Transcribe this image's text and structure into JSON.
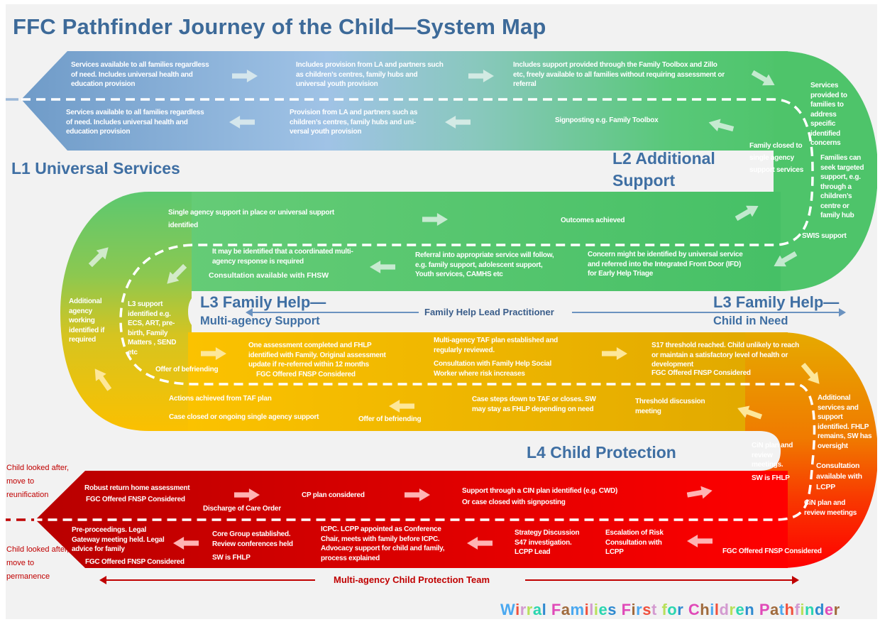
{
  "title": "FFC Pathfinder Journey of the Child—System Map",
  "colors": {
    "heading": "#3f6fa3",
    "l1_blue": "#6f9bc8",
    "l2_green": "#4ec46a",
    "l3_yellow": "#f9c000",
    "l4_red": "#e00000",
    "side_label_red": "#c00000"
  },
  "levels": {
    "l1": "L1 Universal Services",
    "l2_line1": "L2 Additional",
    "l2_line2": "Support",
    "l3_multi_line1": "L3 Family Help—",
    "l3_multi_line2": "Multi-agency Support",
    "l3_cin_line1": "L3 Family Help—",
    "l3_cin_line2": "Child in Need",
    "l4": "L4 Child Protection"
  },
  "lead_practitioner": "Family Help Lead Practitioner",
  "cp_team": "Multi-agency Child Protection Team",
  "side_labels": {
    "reunification": "Child looked after, move to reunification",
    "permanence": "Child looked after, move to permanence"
  },
  "l1_top": [
    "Services available to all families regardless of need. Includes  universal health and education provision",
    "Includes provision from LA and partners such as children’s centres, family hubs and universal youth provision",
    "Includes support provided through the Family Toolbox and Zillo etc, freely available to all families without requiring assessment or referral"
  ],
  "l1_bottom": [
    "Services available to all families regardless of need. Includes  universal health and education provision",
    "Provision from LA and partners such as children’s centres, family hubs and uni-versal youth provision",
    "Signposting e.g. Family Toolbox"
  ],
  "l2_right": {
    "services_provided": "Services provided to families to address specific identified concerns",
    "family_closed": "Family closed to single agency support services",
    "families_seek": "Families can seek targeted support, e.g. through a children’s centre or family hub",
    "swis": "SWIS support"
  },
  "l2_band": {
    "single_agency": "Single agency support in place or universal support identified",
    "outcomes": "Outcomes achieved",
    "coordinated": "It may be identified that a coordinated multi-agency response is required",
    "consultation_fhsw": "Consultation available with FHSW",
    "referral": "Referral into appropriate service will follow, e.g. family support, adolescent support, Youth services, CAMHS etc",
    "concern": "Concern might be identified by universal service and referred into the Integrated Front Door (IFD) for  Early Help Triage"
  },
  "l3_left": {
    "additional_agency": "Additional agency working identified if required",
    "l3_support": "L3 support identified e.g. ECS, ART, pre-birth,  Family Matters , SEND etc"
  },
  "l3_band": {
    "one_assessment": "One assessment completed and FHLP identified with Family. Original assessment update if re-referred within 12 months",
    "fgc_1": "FGC Offered FNSP Considered",
    "befriending_1": "Offer of befriending",
    "taf_plan": "Multi-agency TAF plan established and regularly reviewed.",
    "consult_fhsw": "Consultation with Family Help Social Worker where risk increases",
    "s17": "S17 threshold reached. Child  unlikely to reach or maintain a satisfactory level of health or development",
    "fgc_2": "FGC Offered FNSP Considered",
    "actions_achieved": "Actions achieved from TAF plan",
    "case_closed": "Case closed or ongoing single agency support",
    "befriending_2": "Offer of befriending",
    "steps_down": "Case steps down to TAF or closes. SW may stay as FHLP depending on need",
    "threshold_meeting": "Threshold discussion meeting"
  },
  "l3_right": {
    "additional_services": "Additional services and support identified. FHLP remains, SW has oversight",
    "cin_meetings": "CiN plan and review meetings.",
    "sw_fhlp": "SW is FHLP",
    "consult_lcpp": "Consultation available with LCPP",
    "cin_meetings_2": "CiN plan and review meetings"
  },
  "l4_top": {
    "return_home": "Robust return home assessment",
    "fgc_1": "FGC Offered FNSP Considered",
    "discharge": "Discharge of Care Order",
    "cp_plan": "CP plan considered",
    "cin_support_1": "Support through a CIN plan identified (e.g. CWD)",
    "cin_support_2": "Or case closed with signposting"
  },
  "l4_bottom": {
    "pre_proceedings": "Pre-proceedings. Legal Gateway meeting held. Legal advice for family",
    "fgc_2": "FGC Offered FNSP Considered",
    "core_group": "Core Group established. Review conferences held",
    "sw_fhlp": "SW is FHLP",
    "icpc": "ICPC. LCPP appointed as Conference Chair, meets with family before ICPC. Advocacy support for child and family, process explained",
    "strategy": "Strategy Discussion S47 investigation. LCPP Lead",
    "escalation": "Escalation of Risk Consultation with LCPP",
    "fgc_3": "FGC Offered FNSP Considered"
  },
  "brand": {
    "text": "Wirral Families First for Children Pathfinder",
    "letter_colors": [
      "#4aa8f0",
      "#f0503c",
      "#d39ad0",
      "#b8e05a",
      "#2ad6b0",
      "#2e8ad0",
      "#e04ab8",
      "#a06a3c"
    ]
  }
}
